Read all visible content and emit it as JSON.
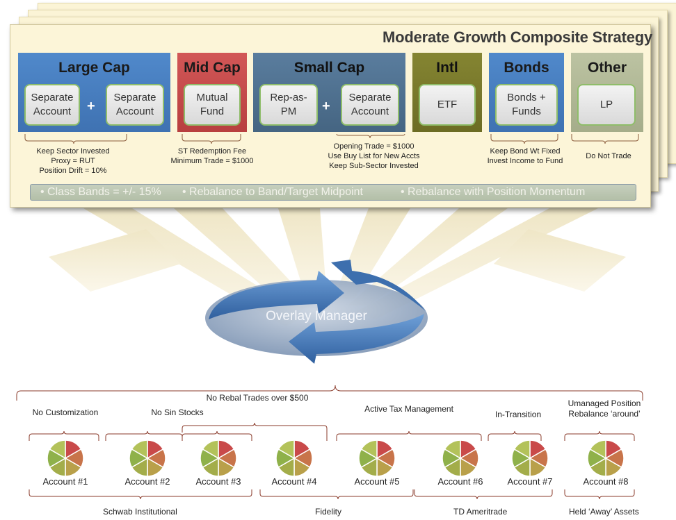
{
  "title": "Moderate Growth Composite Strategy",
  "classes": [
    {
      "name": "Large Cap",
      "vehicles": [
        "Separate\nAccount",
        "Separate\nAccount"
      ]
    },
    {
      "name": "Mid Cap",
      "vehicles": [
        "Mutual\nFund"
      ]
    },
    {
      "name": "Small Cap",
      "vehicles": [
        "Rep-as-\nPM",
        "Separate\nAccount"
      ]
    },
    {
      "name": "Intl",
      "vehicles": [
        "ETF"
      ]
    },
    {
      "name": "Bonds",
      "vehicles": [
        "Bonds +\nFunds"
      ]
    },
    {
      "name": "Other",
      "vehicles": [
        "LP"
      ]
    }
  ],
  "plus": "+",
  "notes": {
    "large_cap": "Keep Sector Invested\nProxy = RUT\nPosition Drift = 10%",
    "mid_cap": "ST Redemption Fee\nMinimum Trade = $1000",
    "small_cap": "Opening Trade = $1000\nUse Buy List for New Accts\nKeep Sub-Sector Invested",
    "bonds": "Keep Bond Wt Fixed\nInvest Income to Fund",
    "other": "Do Not Trade"
  },
  "rules": [
    "• Class Bands = +/- 15%",
    "•  Rebalance to Band/Target Midpoint",
    "•  Rebalance with Position Momentum"
  ],
  "overlay_manager": "Overlay Manager",
  "constraints": {
    "no_customization": "No Customization",
    "no_sin_stocks": "No Sin Stocks",
    "no_rebal_trades": "No Rebal Trades over $500",
    "active_tax": "Active Tax Management",
    "in_transition": "In-Transition",
    "unmanaged": "Umanaged Position\nRebalance ‘around’"
  },
  "accounts": [
    "Account #1",
    "Account #2",
    "Account #3",
    "Account #4",
    "Account #5",
    "Account #6",
    "Account #7",
    "Account #8"
  ],
  "custodians": [
    "Schwab Institutional",
    "Fidelity",
    "TD Ameritrade",
    "Held ‘Away’ Assets"
  ],
  "colors": {
    "large_cap": "#4a7fc0",
    "mid_cap": "#c94a4a",
    "small_cap": "#4f6f8e",
    "intl": "#7b7b2a",
    "bonds": "#4a7fc0",
    "other": "#b3bb98",
    "pie": [
      "#c94a4a",
      "#c8744a",
      "#b9a04a",
      "#a3ad4a",
      "#8fb14a",
      "#b3c25a"
    ]
  }
}
